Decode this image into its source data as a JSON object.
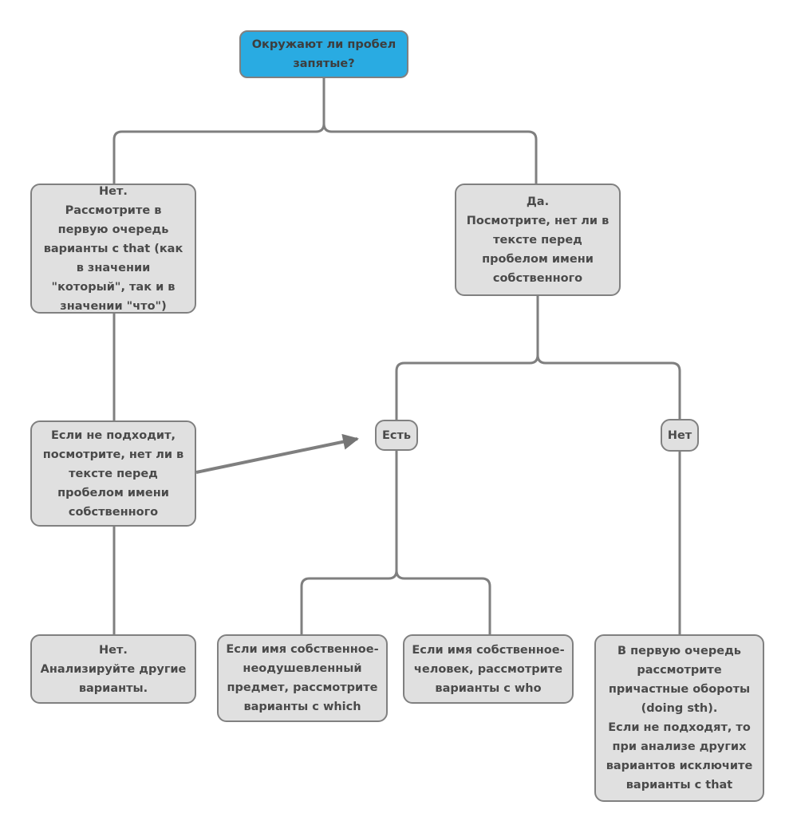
{
  "theme": {
    "accent": "#29abe2",
    "node-fill": "#e0e0e0",
    "node-border": "#808080",
    "connector": "#7f7f7f",
    "arrow": "#757575",
    "text": "#4a4a4a",
    "background": "#ffffff"
  },
  "diagram": {
    "type": "flowchart",
    "nodes": {
      "root": {
        "label": "Окружают ли пробел запятые?"
      },
      "no_first": {
        "label": "Нет.\nРассмотрите в первую очередь варианты с that (как в значении \"который\", так и в значении \"что\")"
      },
      "yes_first": {
        "label": "Да.\nПосмотрите, нет ли в тексте перед пробелом имени собственного"
      },
      "if_not_fit": {
        "label": "Если не подходит, посмотрите, нет ли в тексте перед пробелом имени собственного"
      },
      "have": {
        "label": "Есть"
      },
      "have_not": {
        "label": "Нет"
      },
      "no_other": {
        "label": "Нет.\nАнализируйте другие варианты."
      },
      "which": {
        "label": "Если имя собственное- неодушевленный предмет, рассмотрите варианты с which"
      },
      "who": {
        "label": "Если имя собственное- человек, рассмотрите варианты с who"
      },
      "participle": {
        "label": "В первую очередь рассмотрите причастные обороты (doing sth).\nЕсли не подходят, то при анализе других вариантов исключите варианты с that"
      }
    },
    "edges": [
      {
        "from": "root",
        "to": "no_first",
        "style": "elbow"
      },
      {
        "from": "root",
        "to": "yes_first",
        "style": "elbow"
      },
      {
        "from": "no_first",
        "to": "if_not_fit",
        "style": "straight"
      },
      {
        "from": "yes_first",
        "to": "have",
        "style": "elbow"
      },
      {
        "from": "yes_first",
        "to": "have_not",
        "style": "elbow"
      },
      {
        "from": "if_not_fit",
        "to": "have",
        "style": "diagonal-arrow"
      },
      {
        "from": "if_not_fit",
        "to": "no_other",
        "style": "straight"
      },
      {
        "from": "have",
        "to": "which",
        "style": "elbow"
      },
      {
        "from": "have",
        "to": "who",
        "style": "elbow"
      },
      {
        "from": "have_not",
        "to": "participle",
        "style": "straight"
      }
    ]
  }
}
